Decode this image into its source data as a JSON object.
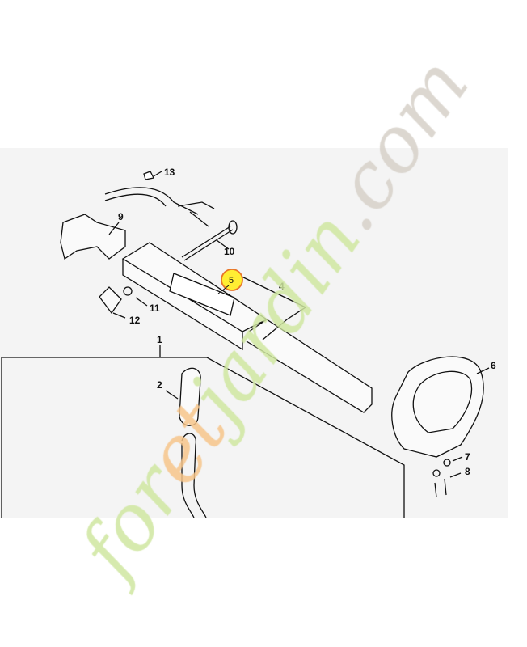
{
  "diagram": {
    "part_labels": [
      "1",
      "2",
      "4",
      "5",
      "6",
      "7",
      "8",
      "9",
      "10",
      "11",
      "12",
      "13"
    ],
    "highlighted_part": "5",
    "highlight_color": "#ffee33",
    "highlight_ring_color": "#e8762a"
  },
  "watermark": {
    "text": "foretjardin.com",
    "colors": {
      "green": "#cfe6a0",
      "orange": "#f6c489",
      "gray": "#d6d0c8"
    }
  }
}
